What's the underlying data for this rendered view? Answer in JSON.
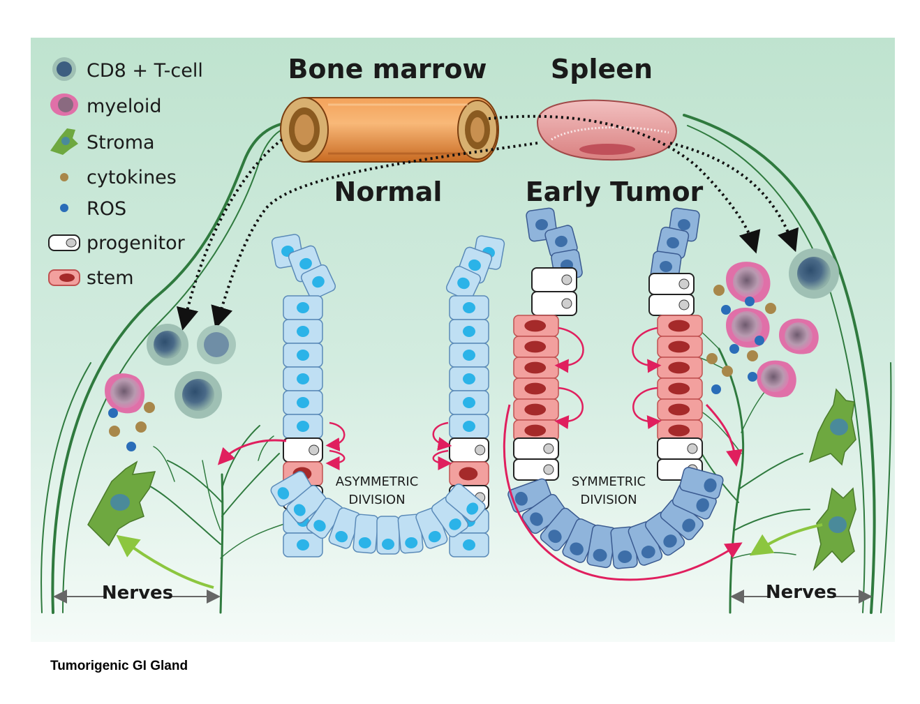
{
  "legend": {
    "items": [
      {
        "key": "tcell",
        "label": "CD8 + T-cell"
      },
      {
        "key": "myeloid",
        "label": "myeloid"
      },
      {
        "key": "stroma",
        "label": "Stroma"
      },
      {
        "key": "cytokines",
        "label": "cytokines"
      },
      {
        "key": "ros",
        "label": "ROS"
      },
      {
        "key": "progenitor",
        "label": "progenitor"
      },
      {
        "key": "stem",
        "label": "stem"
      }
    ]
  },
  "labels": {
    "bone_marrow": "Bone marrow",
    "spleen": "Spleen",
    "normal": "Normal",
    "early_tumor": "Early Tumor",
    "asym_line1": "ASYMMETRIC",
    "asym_line2": "DIVISION",
    "sym_line1": "SYMMETRIC",
    "sym_line2": "DIVISION",
    "nerves_left": "Nerves",
    "nerves_right": "Nerves"
  },
  "caption": "Tumorigenic GI Gland",
  "colors": {
    "background_top": "#bfe3cf",
    "background_bottom": "#f4faf7",
    "normal_cell": "#bfdff3",
    "normal_nucleus": "#2bb3e8",
    "tumor_cell": "#8fb4db",
    "tumor_nucleus": "#3d6ea8",
    "stem_cell": "#f2a09e",
    "stem_nucleus": "#a52a2a",
    "arrow_magenta": "#e01f5e",
    "nerve_green": "#2f7a3e",
    "stroma_green": "#6ea840",
    "myeloid_pink": "#d8669a",
    "tcell_blue": "#4f6f8c",
    "cytokine_brown": "#9b7a3f",
    "ros_blue": "#2a6db8"
  }
}
